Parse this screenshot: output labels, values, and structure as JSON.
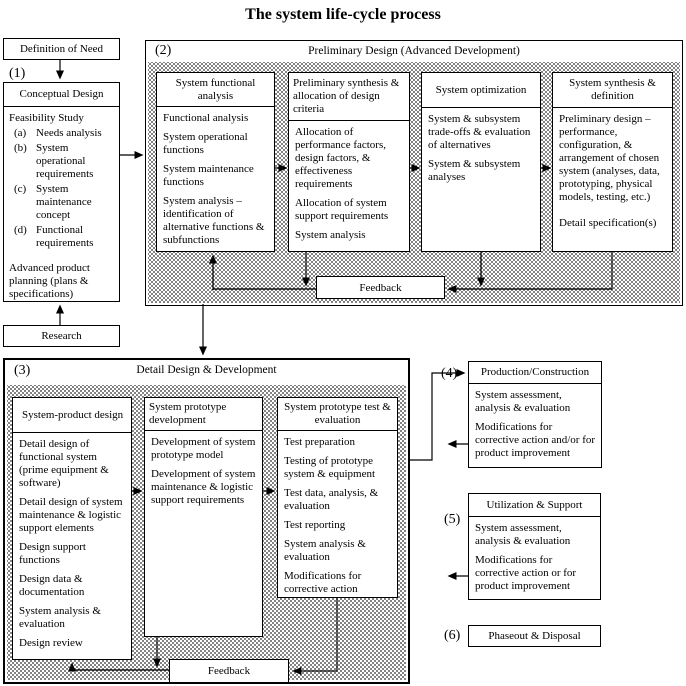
{
  "title": "The system life-cycle process",
  "stage1": {
    "label": "(1)",
    "definition_of_need": "Definition of Need",
    "conceptual_design": {
      "header": "Conceptual Design",
      "intro": "Feasibility Study",
      "lettered_items": [
        {
          "label": "(a)",
          "text": "Needs analysis"
        },
        {
          "label": "(b)",
          "text": "System operational requirements"
        },
        {
          "label": "(c)",
          "text": "System maintenance concept"
        },
        {
          "label": "(d)",
          "text": "Functional requirements"
        }
      ],
      "footer": "Advanced product planning (plans & specifications)"
    },
    "research": "Research"
  },
  "stage2": {
    "label": "(2)",
    "title": "Preliminary Design (Advanced Development)",
    "boxes": [
      {
        "header": "System functional analysis",
        "items": [
          "Functional analysis",
          "System operational functions",
          "System maintenance functions",
          "System analysis – identification of alternative functions & subfunctions"
        ]
      },
      {
        "header": "Preliminary synthesis & allocation of design criteria",
        "items": [
          "Allocation of performance factors, design factors, & effectiveness requirements",
          "Allocation of system support requirements",
          "System analysis"
        ]
      },
      {
        "header": "System optimization",
        "items": [
          "System & subsystem trade-offs & evaluation of alternatives",
          "System & subsystem analyses"
        ]
      },
      {
        "header": "System synthesis & definition",
        "items": [
          "Preliminary design – performance, configuration, & arrangement of chosen system (analyses, data, prototyping, physical models, testing, etc.)",
          "Detail specification(s)"
        ]
      }
    ],
    "feedback": "Feedback"
  },
  "stage3": {
    "label": "(3)",
    "title": "Detail Design & Development",
    "boxes": [
      {
        "header": "System-product design",
        "items": [
          "Detail design of functional system (prime equipment & software)",
          "Detail design of system maintenance & logistic support elements",
          "Design support functions",
          "Design data & documentation",
          "System analysis & evaluation",
          "Design review"
        ]
      },
      {
        "header": "System prototype development",
        "items": [
          "Development of system prototype model",
          "Development of system maintenance & logistic support requirements"
        ]
      },
      {
        "header": "System prototype test & evaluation",
        "items": [
          "Test preparation",
          "Testing of prototype system & equipment",
          "Test data, analysis, & evaluation",
          "Test reporting",
          "System analysis & evaluation",
          "Modifications for corrective action"
        ]
      }
    ],
    "feedback": "Feedback"
  },
  "stage4": {
    "label": "(4)",
    "header": "Production/Construction",
    "items": [
      "System assessment, analysis & evaluation",
      "Modifications for corrective action and/or for product improvement"
    ]
  },
  "stage5": {
    "label": "(5)",
    "header": "Utilization & Support",
    "items": [
      "System assessment, analysis & evaluation",
      "Modifications for corrective action or for product improvement"
    ]
  },
  "stage6": {
    "label": "(6)",
    "header": "Phaseout & Disposal"
  },
  "colors": {
    "line": "#000000",
    "background": "#ffffff"
  }
}
